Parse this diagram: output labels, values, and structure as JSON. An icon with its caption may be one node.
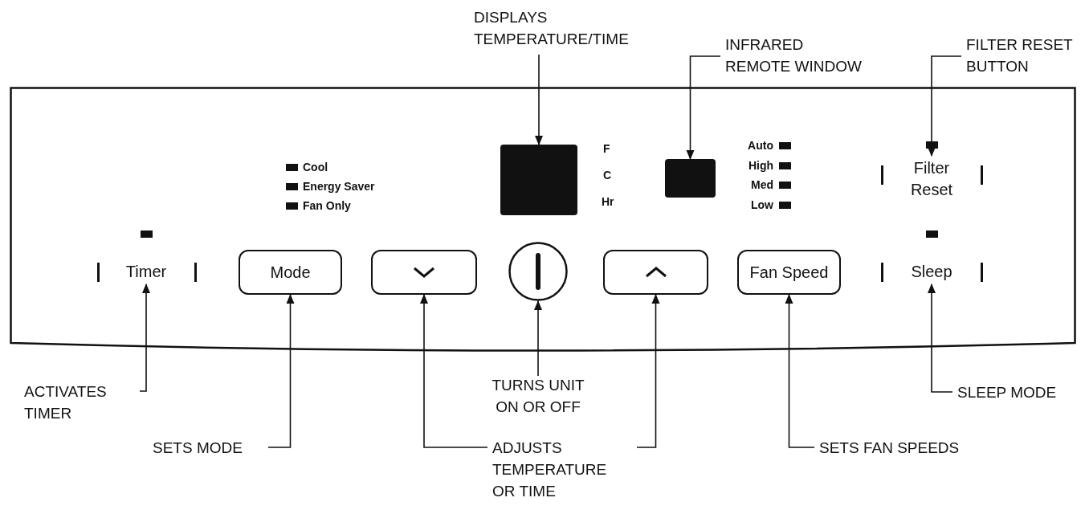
{
  "diagram": {
    "nodes": [
      {
        "text": [],
        "shape": "box"
      },
      {
        "text": [],
        "shape": "box",
        "in": 0
      },
      {
        "text": [],
        "shape": "box",
        "in": 0
      },
      {
        "text": [
          "Filter Reset"
        ],
        "in": 0
      },
      {
        "text": [
          "Timer"
        ],
        "in": 0
      },
      {
        "text": [
          "Mode"
        ],
        "in": 0
      },
      {
        "text": [],
        "shape": "box",
        "in": 0
      },
      {
        "text": [],
        "shape": "circle",
        "in": 0
      },
      {
        "text": [],
        "shape": "box",
        "in": 0
      },
      {
        "text": [
          "Fan Speed"
        ],
        "in": 0
      },
      {
        "text": [
          "Sleep"
        ],
        "in": 0
      },
      {
        "text": [
          "DISPLAYS TEMPERATURE/TIME"
        ]
      },
      {
        "text": [
          "INFRARED REMOTE WINDOW"
        ]
      },
      {
        "text": [
          "FILTER RESET BUTTON"
        ]
      },
      {
        "text": [
          "ACTIVATES TIMER"
        ]
      },
      {
        "text": [
          "TURNS UNIT ON OR OFF"
        ]
      },
      {
        "text": [
          "SLEEP MODE"
        ]
      },
      {
        "text": [
          "SETS MODE"
        ]
      },
      {
        "text": [
          "ADJUSTS TEMPERATURE OR TIME"
        ]
      },
      {
        "text": [
          "SETS FAN SPEEDS"
        ]
      }
    ],
    "edges": [
      {
        "from": 11,
        "to": 1,
        "arrow": "to"
      },
      {
        "from": 12,
        "to": 2,
        "arrow": "to"
      },
      {
        "from": 13,
        "to": 3,
        "arrow": "to"
      },
      {
        "from": 14,
        "to": 4,
        "arrow": "to"
      },
      {
        "from": 17,
        "to": 5,
        "arrow": "to"
      },
      {
        "from": 18,
        "to": 6,
        "arrow": "to"
      },
      {
        "from": 15,
        "to": 7,
        "arrow": "to"
      },
      {
        "from": 18,
        "to": 8,
        "arrow": "to"
      },
      {
        "from": 19,
        "to": 9,
        "arrow": "to"
      },
      {
        "from": 16,
        "to": 10,
        "arrow": "to"
      }
    ],
    "labels": [
      "Cool",
      "Energy Saver",
      "Fan Only",
      "F",
      "C",
      "Hr",
      "Auto",
      "High",
      "Med",
      "Low"
    ]
  }
}
